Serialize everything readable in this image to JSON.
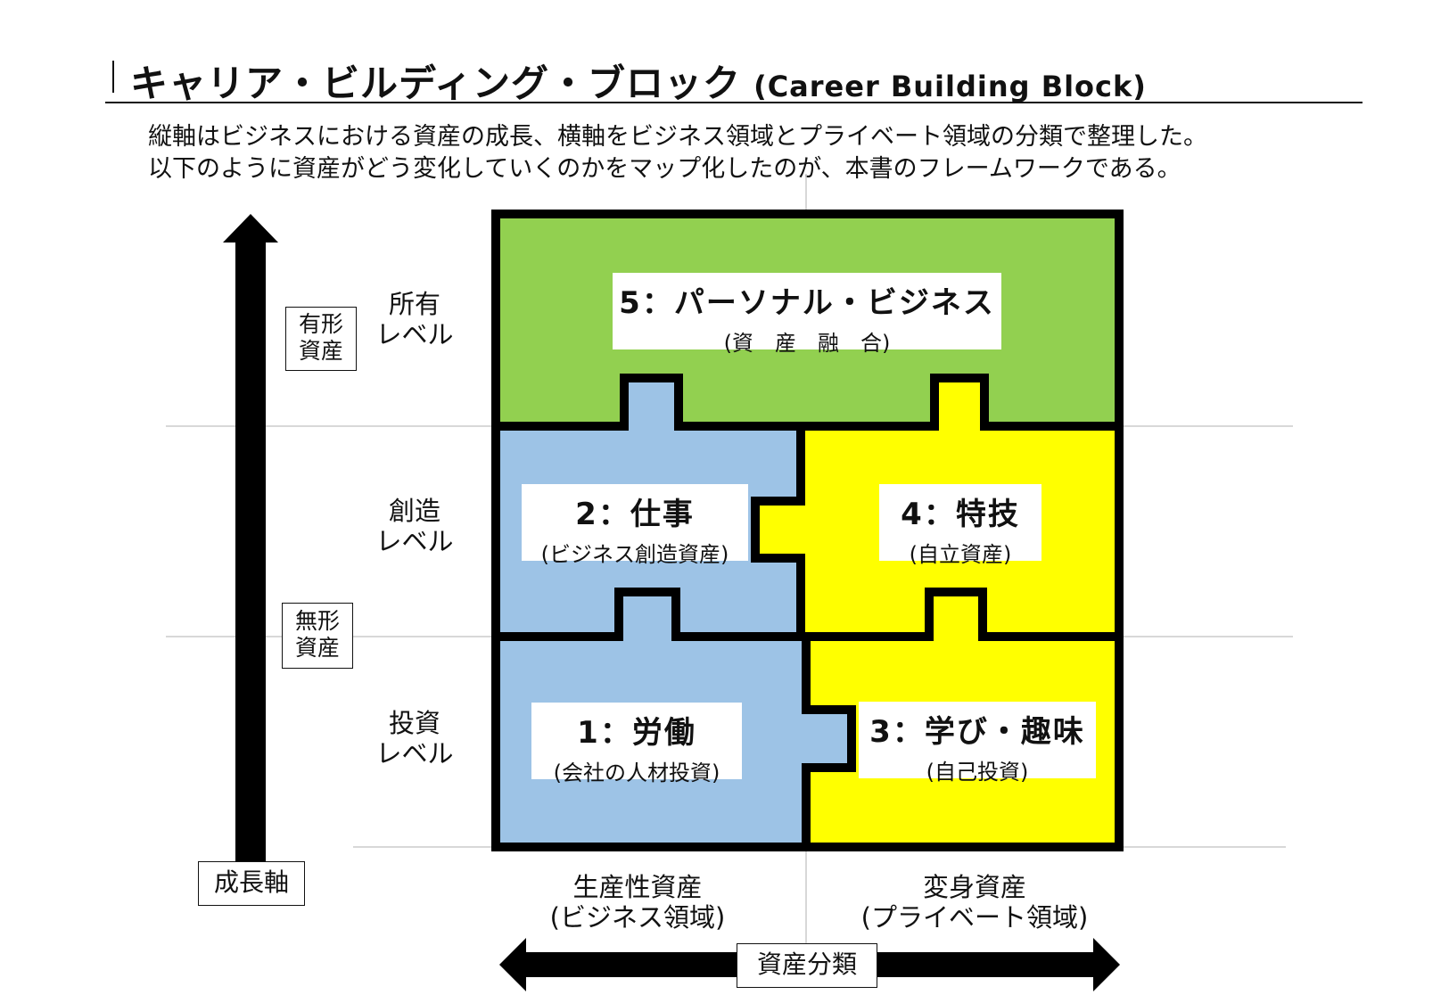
{
  "title": {
    "main": "キャリア・ビルディング・ブロック",
    "sub": "(Career Building Block)"
  },
  "description": [
    "縦軸はビジネスにおける資産の成長、横軸をビジネス領域とプライベート領域の分類で整理した。",
    "以下のように資産がどう変化していくのかをマップ化したのが、本書のフレームワークである。"
  ],
  "blocks": {
    "b5": {
      "title": "5：パーソナル・ビジネス",
      "subtitle": "(資　産　融　合)"
    },
    "b2": {
      "title": "2：仕事",
      "subtitle": "(ビジネス創造資産)"
    },
    "b4": {
      "title": "4：特技",
      "subtitle": "(自立資産)"
    },
    "b1": {
      "title": "1：労働",
      "subtitle": "(会社の人材投資)"
    },
    "b3": {
      "title": "3：学び・趣味",
      "subtitle": "(自己投資)"
    }
  },
  "levels": {
    "ownership": [
      "所有",
      "レベル"
    ],
    "creation": [
      "創造",
      "レベル"
    ],
    "investment": [
      "投資",
      "レベル"
    ]
  },
  "asset_types": {
    "tangible": [
      "有形",
      "資産"
    ],
    "intangible": [
      "無形",
      "資産"
    ]
  },
  "axes": {
    "vertical_label": "成長軸",
    "horizontal_label": "資産分類",
    "productive": [
      "生産性資産",
      "(ビジネス領域)"
    ],
    "transformative": [
      "変身資産",
      "(プライベート領域)"
    ]
  },
  "colors": {
    "green": "#92d050",
    "blue": "#9dc3e6",
    "yellow": "#ffff00"
  }
}
